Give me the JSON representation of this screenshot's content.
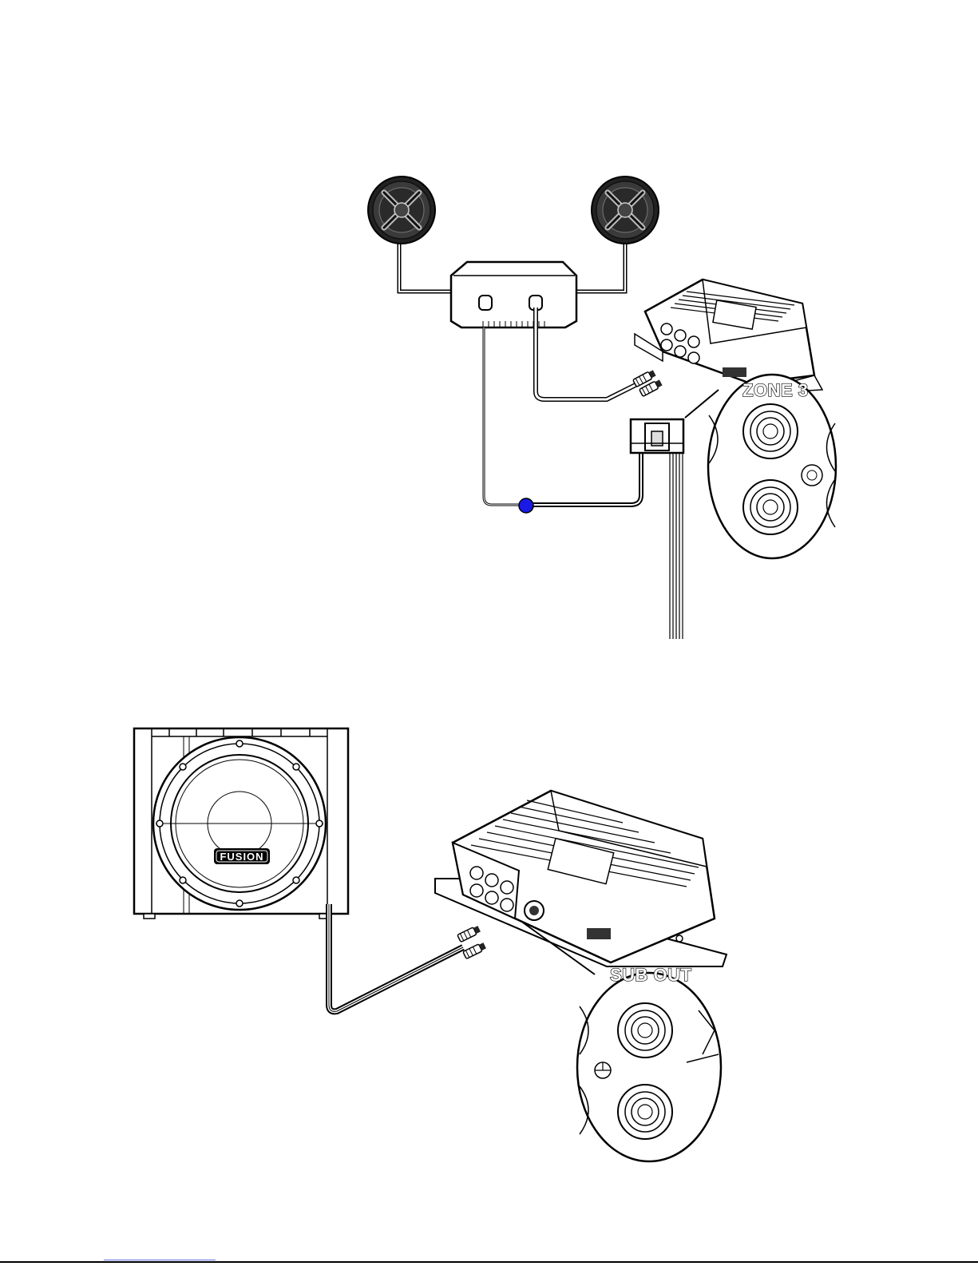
{
  "callouts": {
    "zone3": "ZONE 3",
    "sub_out": "SUB OUT"
  },
  "subwoofer": {
    "brand": "FUSION"
  },
  "colors": {
    "line": "#000000",
    "wire_fill": "#ffffff",
    "junction_dot": "#1a1ae6",
    "footer_link": "#5b6fe0"
  },
  "icons": {
    "speakers": "round-grille-speaker-icon",
    "amplifier": "marine-amplifier-icon",
    "subwoofer": "subwoofer-enclosure-icon"
  }
}
